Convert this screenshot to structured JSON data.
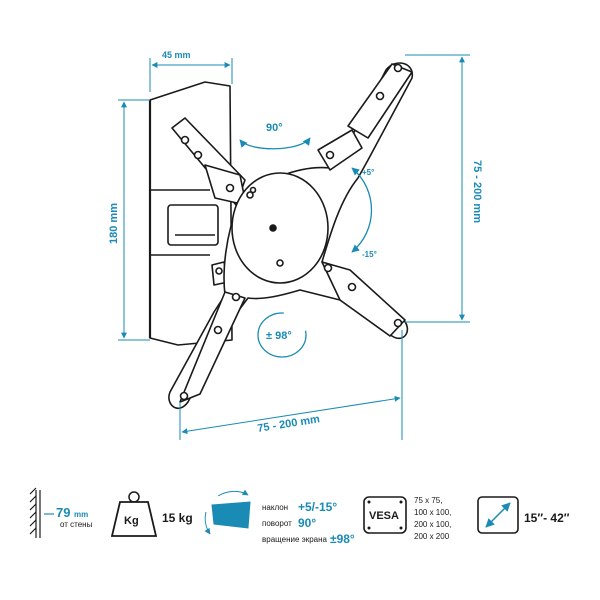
{
  "diagram": {
    "dims": {
      "depth": "45 mm",
      "height": "180 mm",
      "vesa_vertical": "75 - 200 mm",
      "vesa_horizontal": "75 - 200 mm",
      "swivel": "90°",
      "tilt_up": "+5°",
      "tilt_down": "-15°",
      "rotation": "± 98°"
    }
  },
  "specs": {
    "wall_distance": {
      "value": "79",
      "unit": "mm",
      "caption": "от стены"
    },
    "load": {
      "icon_text": "Kg",
      "value": "15 kg"
    },
    "motion": {
      "tilt_label": "наклон",
      "tilt_value": "+5/-15°",
      "swivel_label": "поворот",
      "swivel_value": "90°",
      "rotate_label": "вращение экрана",
      "rotate_value": "±98°"
    },
    "vesa": {
      "badge": "VESA",
      "sizes": [
        "75 x 75,",
        "100 x 100,",
        "200 x 100,",
        "200 x 200"
      ]
    },
    "screen_size": {
      "value": "15″- 42″"
    }
  },
  "colors": {
    "accent": "#1a8bb5",
    "ink": "#1a1a1a"
  }
}
